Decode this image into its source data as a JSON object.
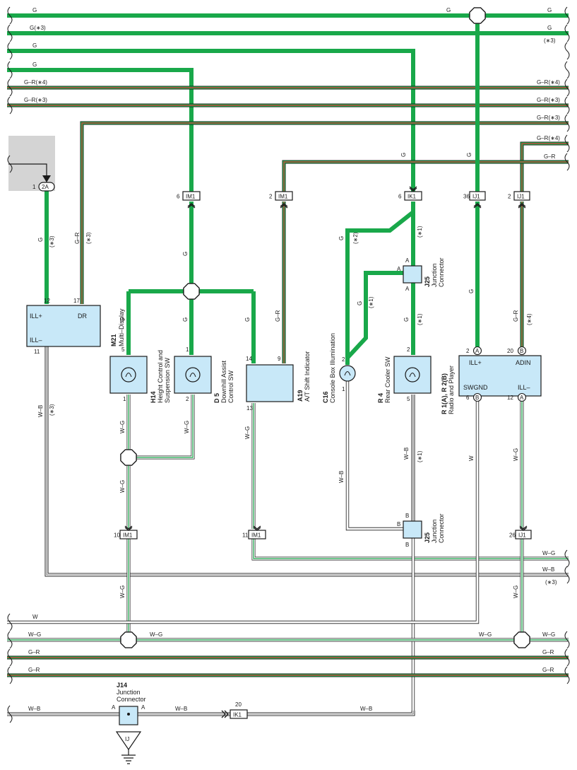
{
  "wire_labels": {
    "G": "G",
    "G3": "G(∗3)",
    "GR4": "G–R(∗4)",
    "GR3": "G–R(∗3)",
    "GR": "G–R",
    "WG": "W–G",
    "WB": "W–B",
    "W": "W",
    "n1": "(∗1)",
    "n2": "(∗2)",
    "n3": "(∗3)",
    "n4": "(∗4)"
  },
  "connectors": {
    "2A": "2A",
    "IM1": "IM1",
    "IK1": "IK1",
    "IJ1": "IJ1",
    "IJ": "IJ",
    "A": "A",
    "B": "B"
  },
  "pins": {
    "p1": "1",
    "p2": "2",
    "p5": "5",
    "p6": "6",
    "p9": "9",
    "p10": "10",
    "p11": "11",
    "p12": "12",
    "p13": "13",
    "p14": "14",
    "p17": "17",
    "p20": "20",
    "p26": "26",
    "p36": "36"
  },
  "components": {
    "M21": {
      "code": "M21",
      "name": "Multi–Display",
      "ill_plus": "ILL+",
      "dr": "DR",
      "ill_minus": "ILL–"
    },
    "H14": {
      "code": "H14",
      "name1": "Height Control and",
      "name2": "Suspension SW"
    },
    "D5": {
      "code": "D 5",
      "name1": "Downhill Assist",
      "name2": "Control SW"
    },
    "A19": {
      "code": "A19",
      "name": "A/T Shift Indicator"
    },
    "C16": {
      "code": "C16",
      "name": "Console Box Illumination"
    },
    "R4": {
      "code": "R 4",
      "name": "Rear Cooler SW"
    },
    "J25": {
      "code": "J25",
      "name1": "Junction",
      "name2": "Connector"
    },
    "R1": {
      "code": "R 1(A), R 2(B)",
      "name": "Radio and Player",
      "ill_plus": "ILL+",
      "adin": "ADIN",
      "swgnd": "SWGND",
      "ill_minus": "ILL–"
    },
    "J14": {
      "code": "J14",
      "name1": "Junction",
      "name2": "Connector"
    }
  },
  "colors": {
    "green": "#19a84a",
    "red": "#e0333a",
    "black": "#1a1a1a",
    "ecu_fill": "#c8e8f8",
    "grey_box": "#d4d4d4"
  }
}
